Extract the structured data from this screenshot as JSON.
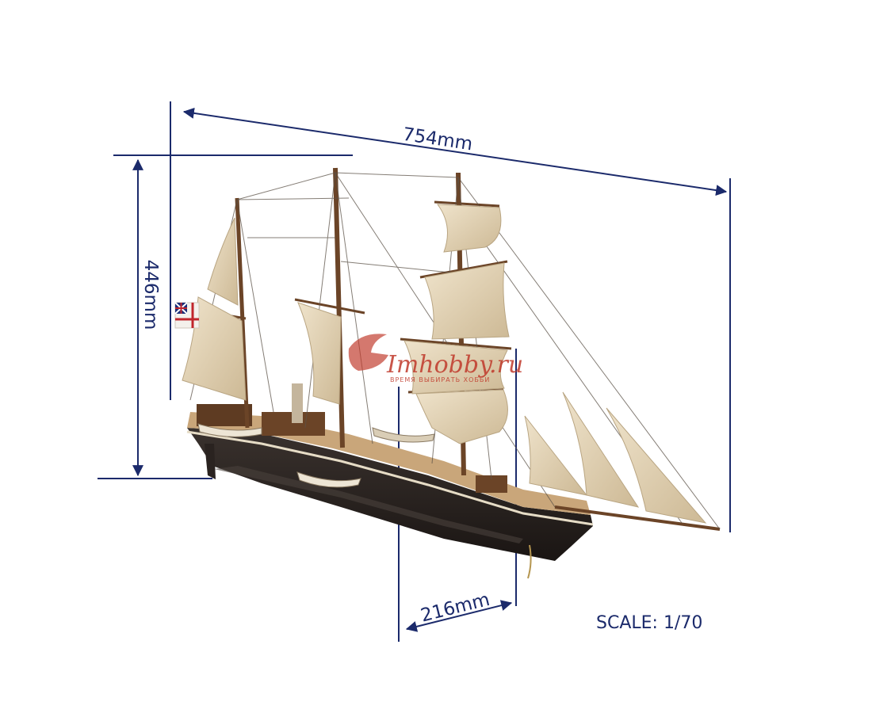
{
  "dimensions": {
    "length": "754mm",
    "height": "446mm",
    "width": "216mm"
  },
  "scale_label": "SCALE: 1/70",
  "watermark": {
    "brand": "Imhobby.ru",
    "tagline": "ВРЕМЯ ВЫБИРАТЬ ХОББИ"
  },
  "colors": {
    "dimension_line": "#1b2a6b",
    "hull": "#2b2522",
    "sail": "#e3d4b8",
    "wood": "#6b4427",
    "watermark": "#c0392b"
  },
  "flag": "white-ensign-icon"
}
